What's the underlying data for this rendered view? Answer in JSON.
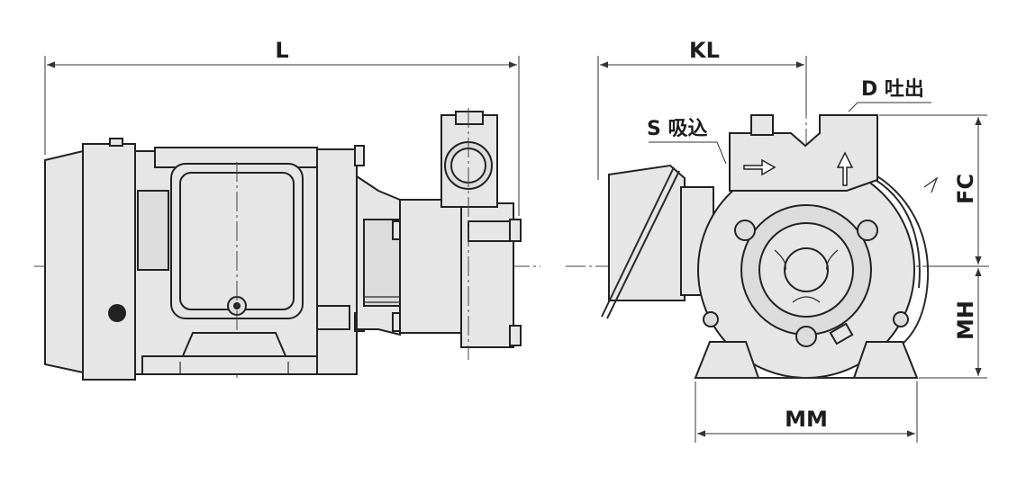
{
  "labels": {
    "L": "L",
    "KL": "KL",
    "D": "D 吐出",
    "S": "S 吸込",
    "FC": "FC",
    "MH": "MH",
    "MM": "MM"
  },
  "colors": {
    "stroke": "#222222",
    "body_fill": "#e6e6e6",
    "background": "#ffffff"
  }
}
